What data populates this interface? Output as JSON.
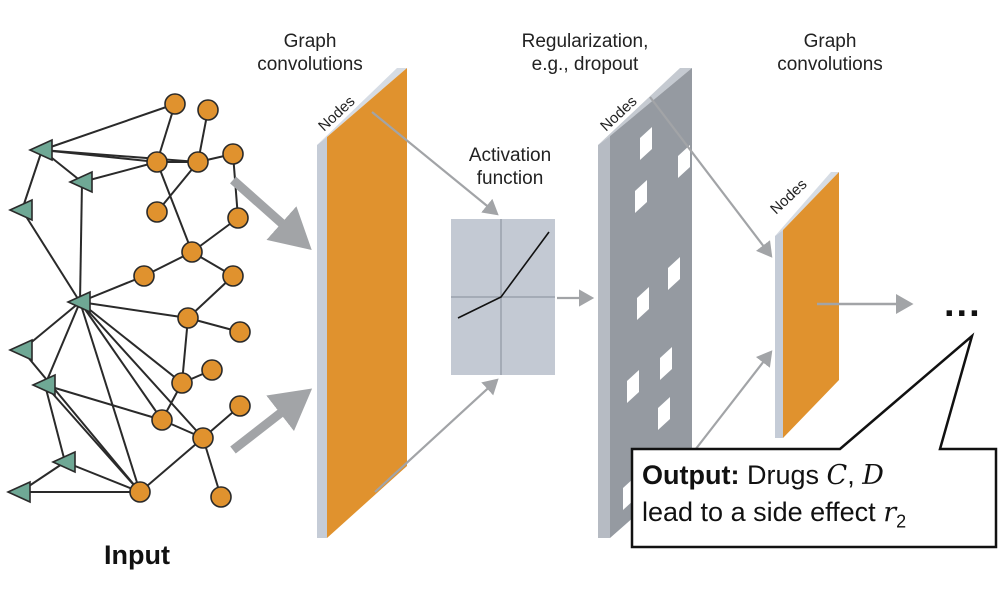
{
  "labels": {
    "graph_conv_1": [
      "Graph",
      "convolutions"
    ],
    "regularization": [
      "Regularization,",
      "e.g., dropout"
    ],
    "graph_conv_2": [
      "Graph",
      "convolutions"
    ],
    "activation": [
      "Activation",
      "function"
    ],
    "nodes": "Nodes",
    "input": "Input",
    "ellipsis": "..."
  },
  "output": {
    "heading": "Output:",
    "line1_text": "Drugs",
    "drug_c": "C",
    "comma": ",",
    "drug_d": "D",
    "line2_text": "lead to a side effect",
    "side_effect": "r",
    "side_effect_sub": "2"
  },
  "colors": {
    "orange": "#E0922E",
    "teal": "#6FA895",
    "panel_edge": "#C5CCD7",
    "dropout_face": "#959AA1",
    "activation_box": "#C3C9D3",
    "arrow": "#A2A4A7",
    "edge": "#2a2a2a"
  }
}
